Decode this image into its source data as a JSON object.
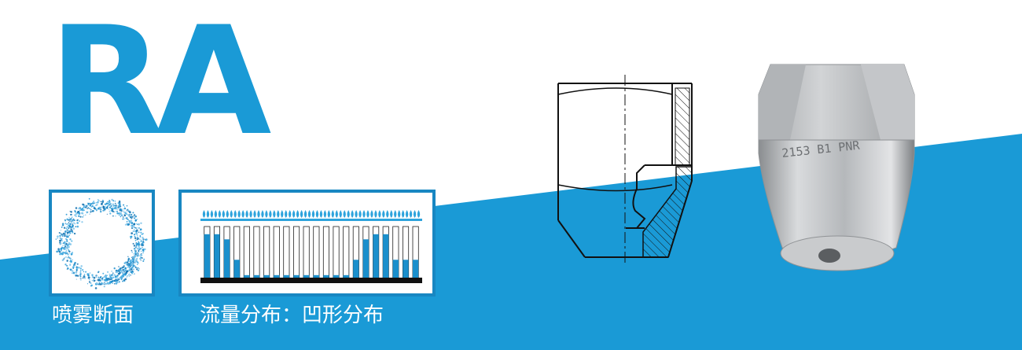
{
  "title": "RA",
  "pattern_caption": "喷雾断面",
  "flow_caption": "流量分布：凹形分布",
  "engraving": "2153 B1 PNR",
  "flow_distribution": {
    "bar_levels": [
      0.85,
      0.85,
      0.75,
      0.35,
      0.05,
      0.05,
      0.05,
      0.05,
      0.05,
      0.05,
      0.05,
      0.05,
      0.05,
      0.05,
      0.05,
      0.35,
      0.75,
      0.85,
      0.85,
      0.35,
      0.35,
      0.35
    ]
  },
  "colors": {
    "brand_blue": "#1a9ad6",
    "panel_border": "#1887c2",
    "bar_fill": "#1a8fcc",
    "droplet": "#2da3dc",
    "steel": "#b9bcbf"
  }
}
